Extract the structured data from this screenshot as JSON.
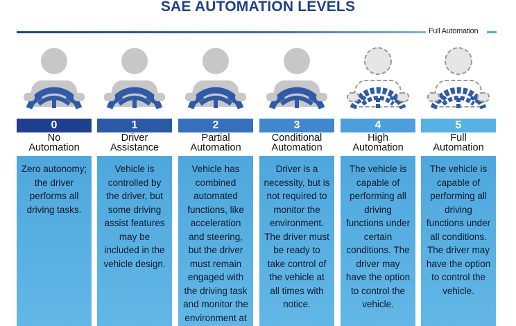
{
  "title": "SAE AUTOMATION LEVELS",
  "timeline_label": "Full Automation",
  "colors": {
    "title": "#1f3f8f",
    "wheel": "#2f5aa8",
    "head": "#c7c7c7",
    "level_bars": [
      "#1f3f8f",
      "#2a5aa6",
      "#3570bd",
      "#3f88cf",
      "#4a9fdc",
      "#56b2e6"
    ]
  },
  "levels": [
    {
      "number": "0",
      "name_line1": "No",
      "name_line2": "Automation",
      "description": "Zero autonomy; the driver performs all driving tasks.",
      "icon": "driver-steering-icon"
    },
    {
      "number": "1",
      "name_line1": "Driver",
      "name_line2": "Assistance",
      "description": "Vehicle is controlled by the driver, but some driving assist features may be included in the vehicle design.",
      "icon": "driver-steering-icon"
    },
    {
      "number": "2",
      "name_line1": "Partial",
      "name_line2": "Automation",
      "description": "Vehicle has combined automated functions, like acceleration and steering, but the driver must remain engaged with the driving task and monitor the environment at all times.",
      "icon": "driver-steering-icon"
    },
    {
      "number": "3",
      "name_line1": "Conditional",
      "name_line2": "Automation",
      "description": "Driver is a necessity, but is not required to monitor the environment. The driver must be ready to take control of the vehicle at all times with notice.",
      "icon": "driver-steering-icon"
    },
    {
      "number": "4",
      "name_line1": "High",
      "name_line2": "Automation",
      "description": "The vehicle is capable of performing all driving functions under certain conditions. The driver may have the option to control the vehicle.",
      "icon": "dashed-driver-icon"
    },
    {
      "number": "5",
      "name_line1": "Full",
      "name_line2": "Automation",
      "description": "The vehicle is capable of performing all driving functions under all conditions. The driver may have the option to control the vehicle.",
      "icon": "dashed-driver-icon"
    }
  ]
}
